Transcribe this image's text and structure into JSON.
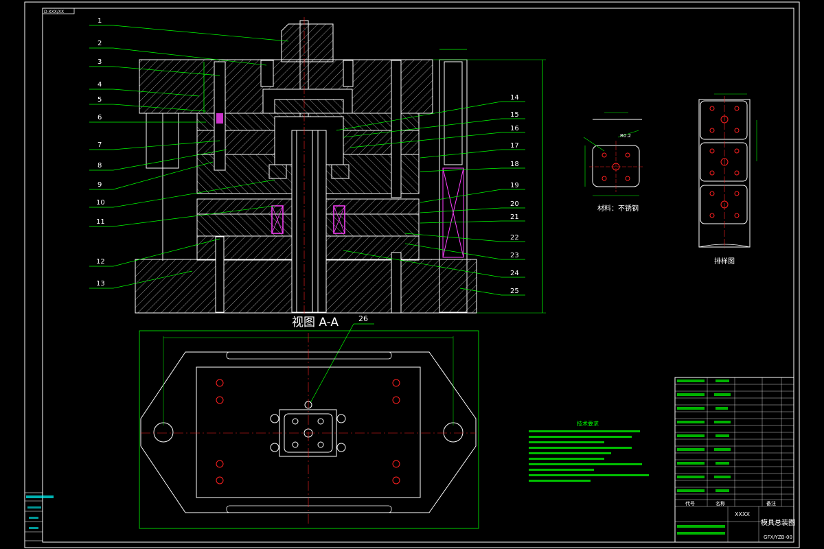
{
  "drawing": {
    "frame_code": "D-XXX/XX",
    "section_title": "视图 A-A",
    "part_label_26": "26",
    "detail_material": "材料：不锈钢",
    "detail_dim_note": "R0.2",
    "strip_layout_title": "排样图",
    "tech_req_title": "技术要求",
    "title_block": {
      "company": "XXXX",
      "drawing_name": "模具总装图",
      "drawing_no": "GFX/YZB-00",
      "col_code": "代号",
      "col_name": "名称",
      "col_remark": "备注"
    },
    "left_part_labels": [
      "1",
      "2",
      "3",
      "4",
      "5",
      "6",
      "7",
      "8",
      "9",
      "10",
      "11",
      "12",
      "13"
    ],
    "right_part_labels": [
      "14",
      "15",
      "16",
      "17",
      "18",
      "19",
      "20",
      "21",
      "22",
      "23",
      "24",
      "25"
    ]
  },
  "colors": {
    "background": "#000000",
    "outline": "#ffffff",
    "leader": "#00ff00",
    "centerline": "#ff2020",
    "spring": "#ff40ff",
    "cyan_text": "#00ffff"
  }
}
